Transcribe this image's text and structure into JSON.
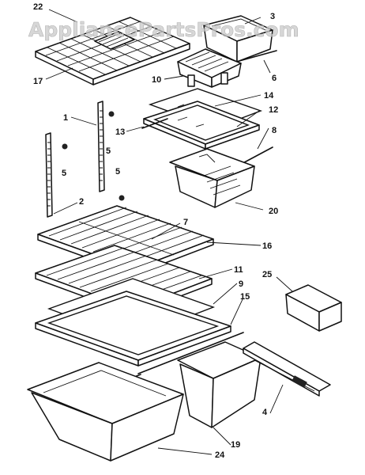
{
  "watermark": "AppliancePartsPros.com",
  "callouts": {
    "c22": "22",
    "c3": "3",
    "c17": "17",
    "c10": "10",
    "c6": "6",
    "c14": "14",
    "c12": "12",
    "c13": "13",
    "c8": "8",
    "c1": "1",
    "c5a": "5",
    "c5b": "5",
    "c5c": "5",
    "c20": "20",
    "c2": "2",
    "c7": "7",
    "c16": "16",
    "c11": "11",
    "c9": "9",
    "c15": "15",
    "c25": "25",
    "c4": "4",
    "c19": "19",
    "c24": "24"
  }
}
